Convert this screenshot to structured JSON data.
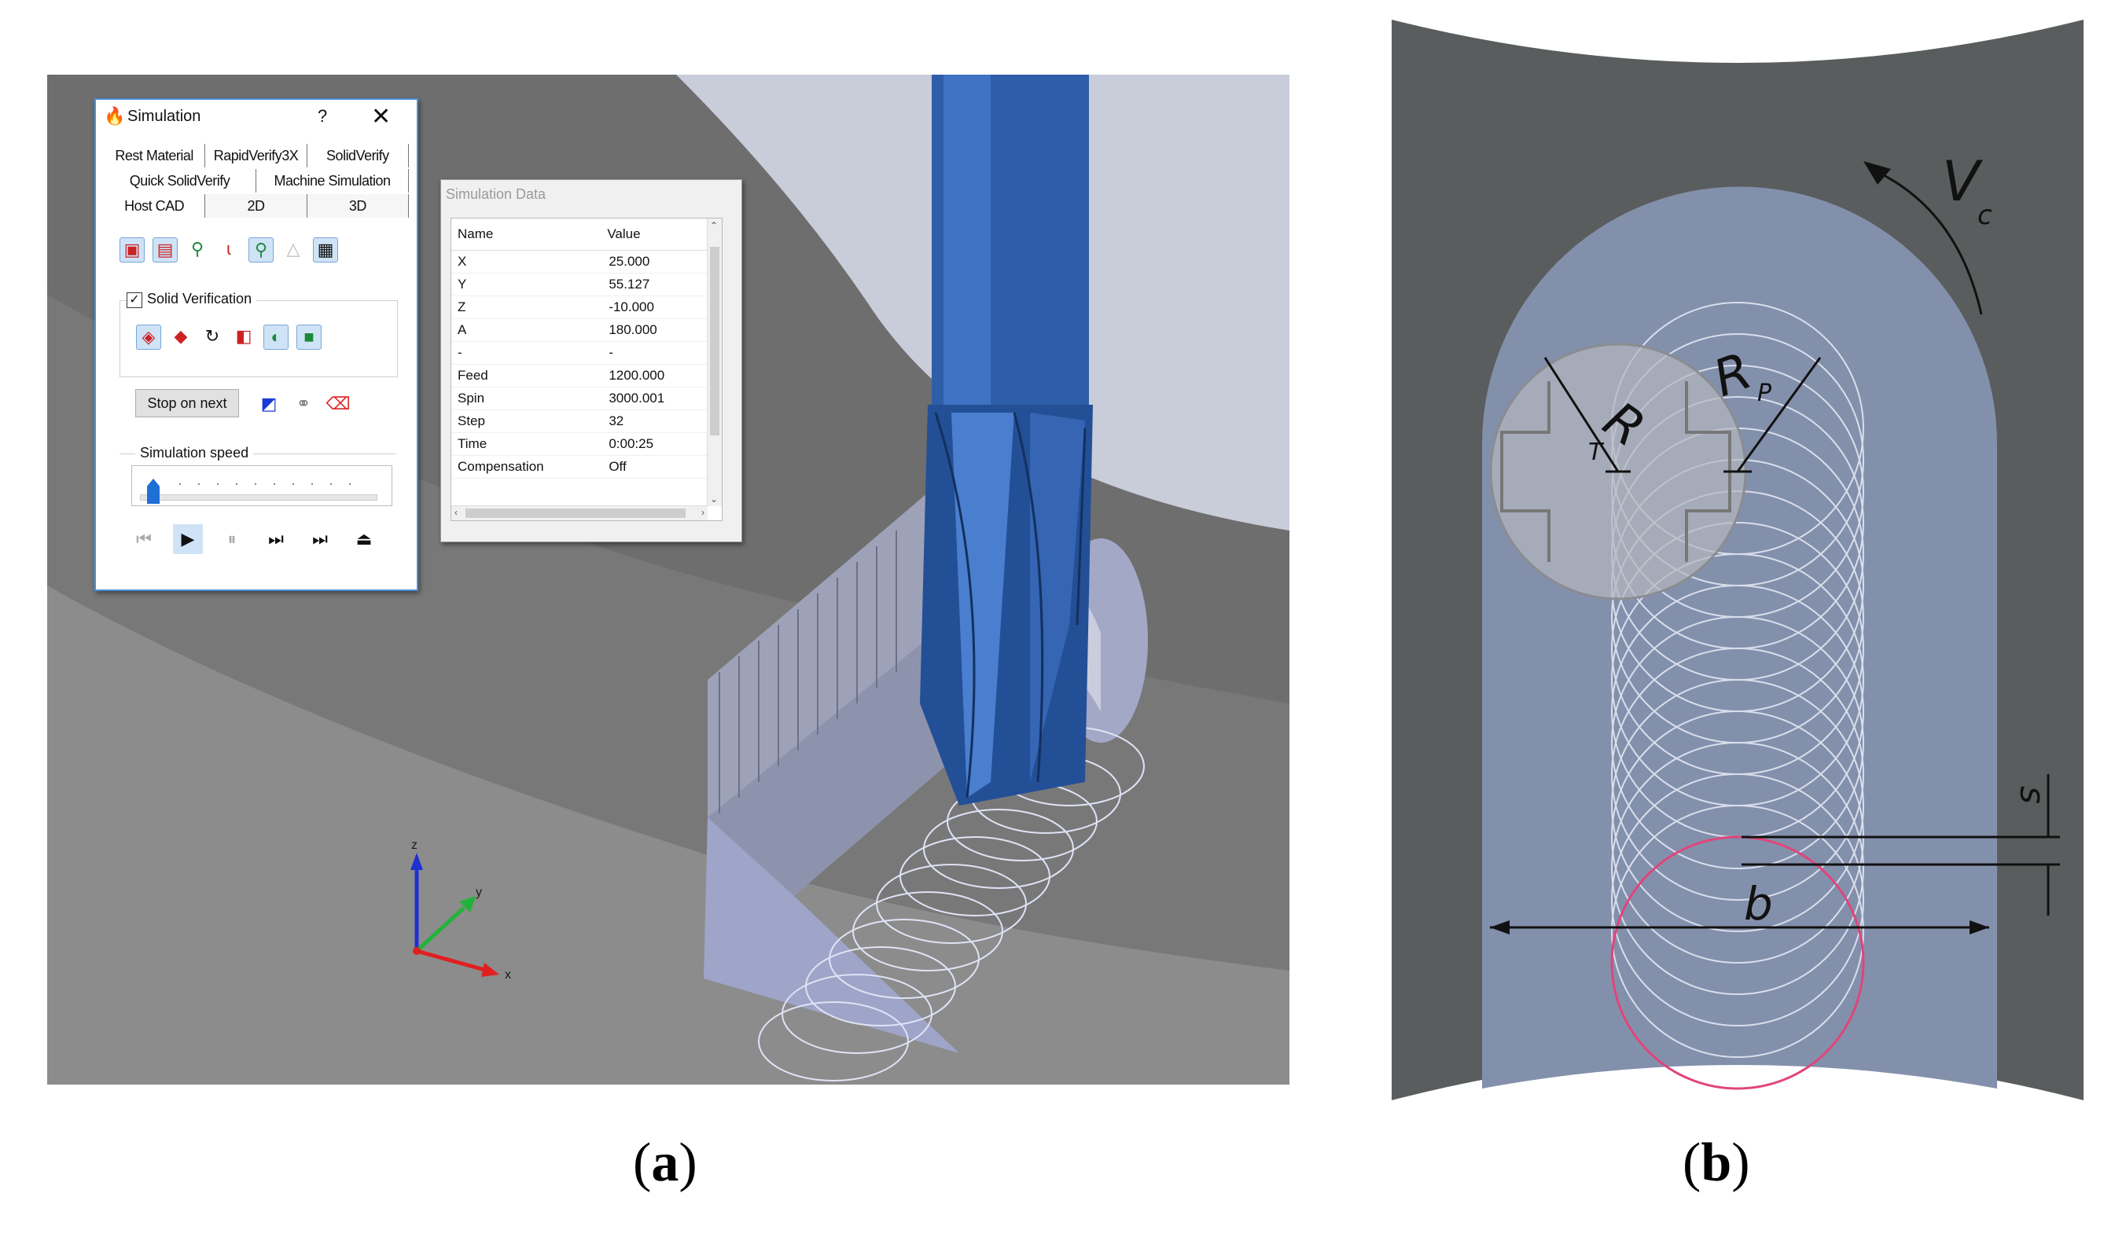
{
  "simulation_window": {
    "title": "Simulation",
    "help": "?",
    "close": "✕",
    "tabs_row1": [
      "Rest Material",
      "RapidVerify3X",
      "SolidVerify"
    ],
    "tabs_row2": [
      "Quick SolidVerify",
      "Machine Simulation"
    ],
    "tabs_row3": [
      "Host CAD",
      "2D",
      "3D"
    ],
    "active_tab": "Host CAD",
    "solid_verification_label": "Solid Verification",
    "solid_verification_checked": true,
    "stop_on_next_label": "Stop on next",
    "simulation_speed_label": "Simulation speed",
    "speed_level_fraction": 0.03,
    "toolbar_icons": [
      "solid-view-icon",
      "wire-view-icon",
      "tool-holder-icon",
      "tool-icon",
      "tool-path-icon",
      "ghost-icon",
      "table-icon"
    ],
    "solid_icons": [
      "cube-icon",
      "color-icon",
      "refresh-icon",
      "compare-icon",
      "section-icon",
      "report-icon"
    ],
    "extra_icons": [
      "color-squares-icon",
      "link-icon",
      "eraser-icon"
    ],
    "playback": [
      "⏮",
      "▶",
      "⏸",
      "⏭",
      "⏭",
      "⏏"
    ]
  },
  "data_window": {
    "title": "Simulation Data",
    "headers": [
      "Name",
      "Value"
    ],
    "rows": [
      {
        "name": "X",
        "value": "25.000"
      },
      {
        "name": "Y",
        "value": "55.127"
      },
      {
        "name": "Z",
        "value": "-10.000"
      },
      {
        "name": "A",
        "value": "180.000"
      },
      {
        "name": "-",
        "value": "-"
      },
      {
        "name": "Feed",
        "value": "1200.000"
      },
      {
        "name": "Spin",
        "value": "3000.001"
      },
      {
        "name": "Step",
        "value": "32"
      },
      {
        "name": "Time",
        "value": "0:00:25"
      },
      {
        "name": "Compensation",
        "value": "Off"
      }
    ]
  },
  "axes": {
    "z": "z",
    "y": "y",
    "x": "x"
  },
  "diagram": {
    "vc": "V",
    "vc_sub": "c",
    "rt": "R",
    "rt_sub": "T",
    "rp": "R",
    "rp_sub": "P",
    "b": "b",
    "s": "s"
  },
  "captions": {
    "a": "a",
    "b": "b"
  }
}
